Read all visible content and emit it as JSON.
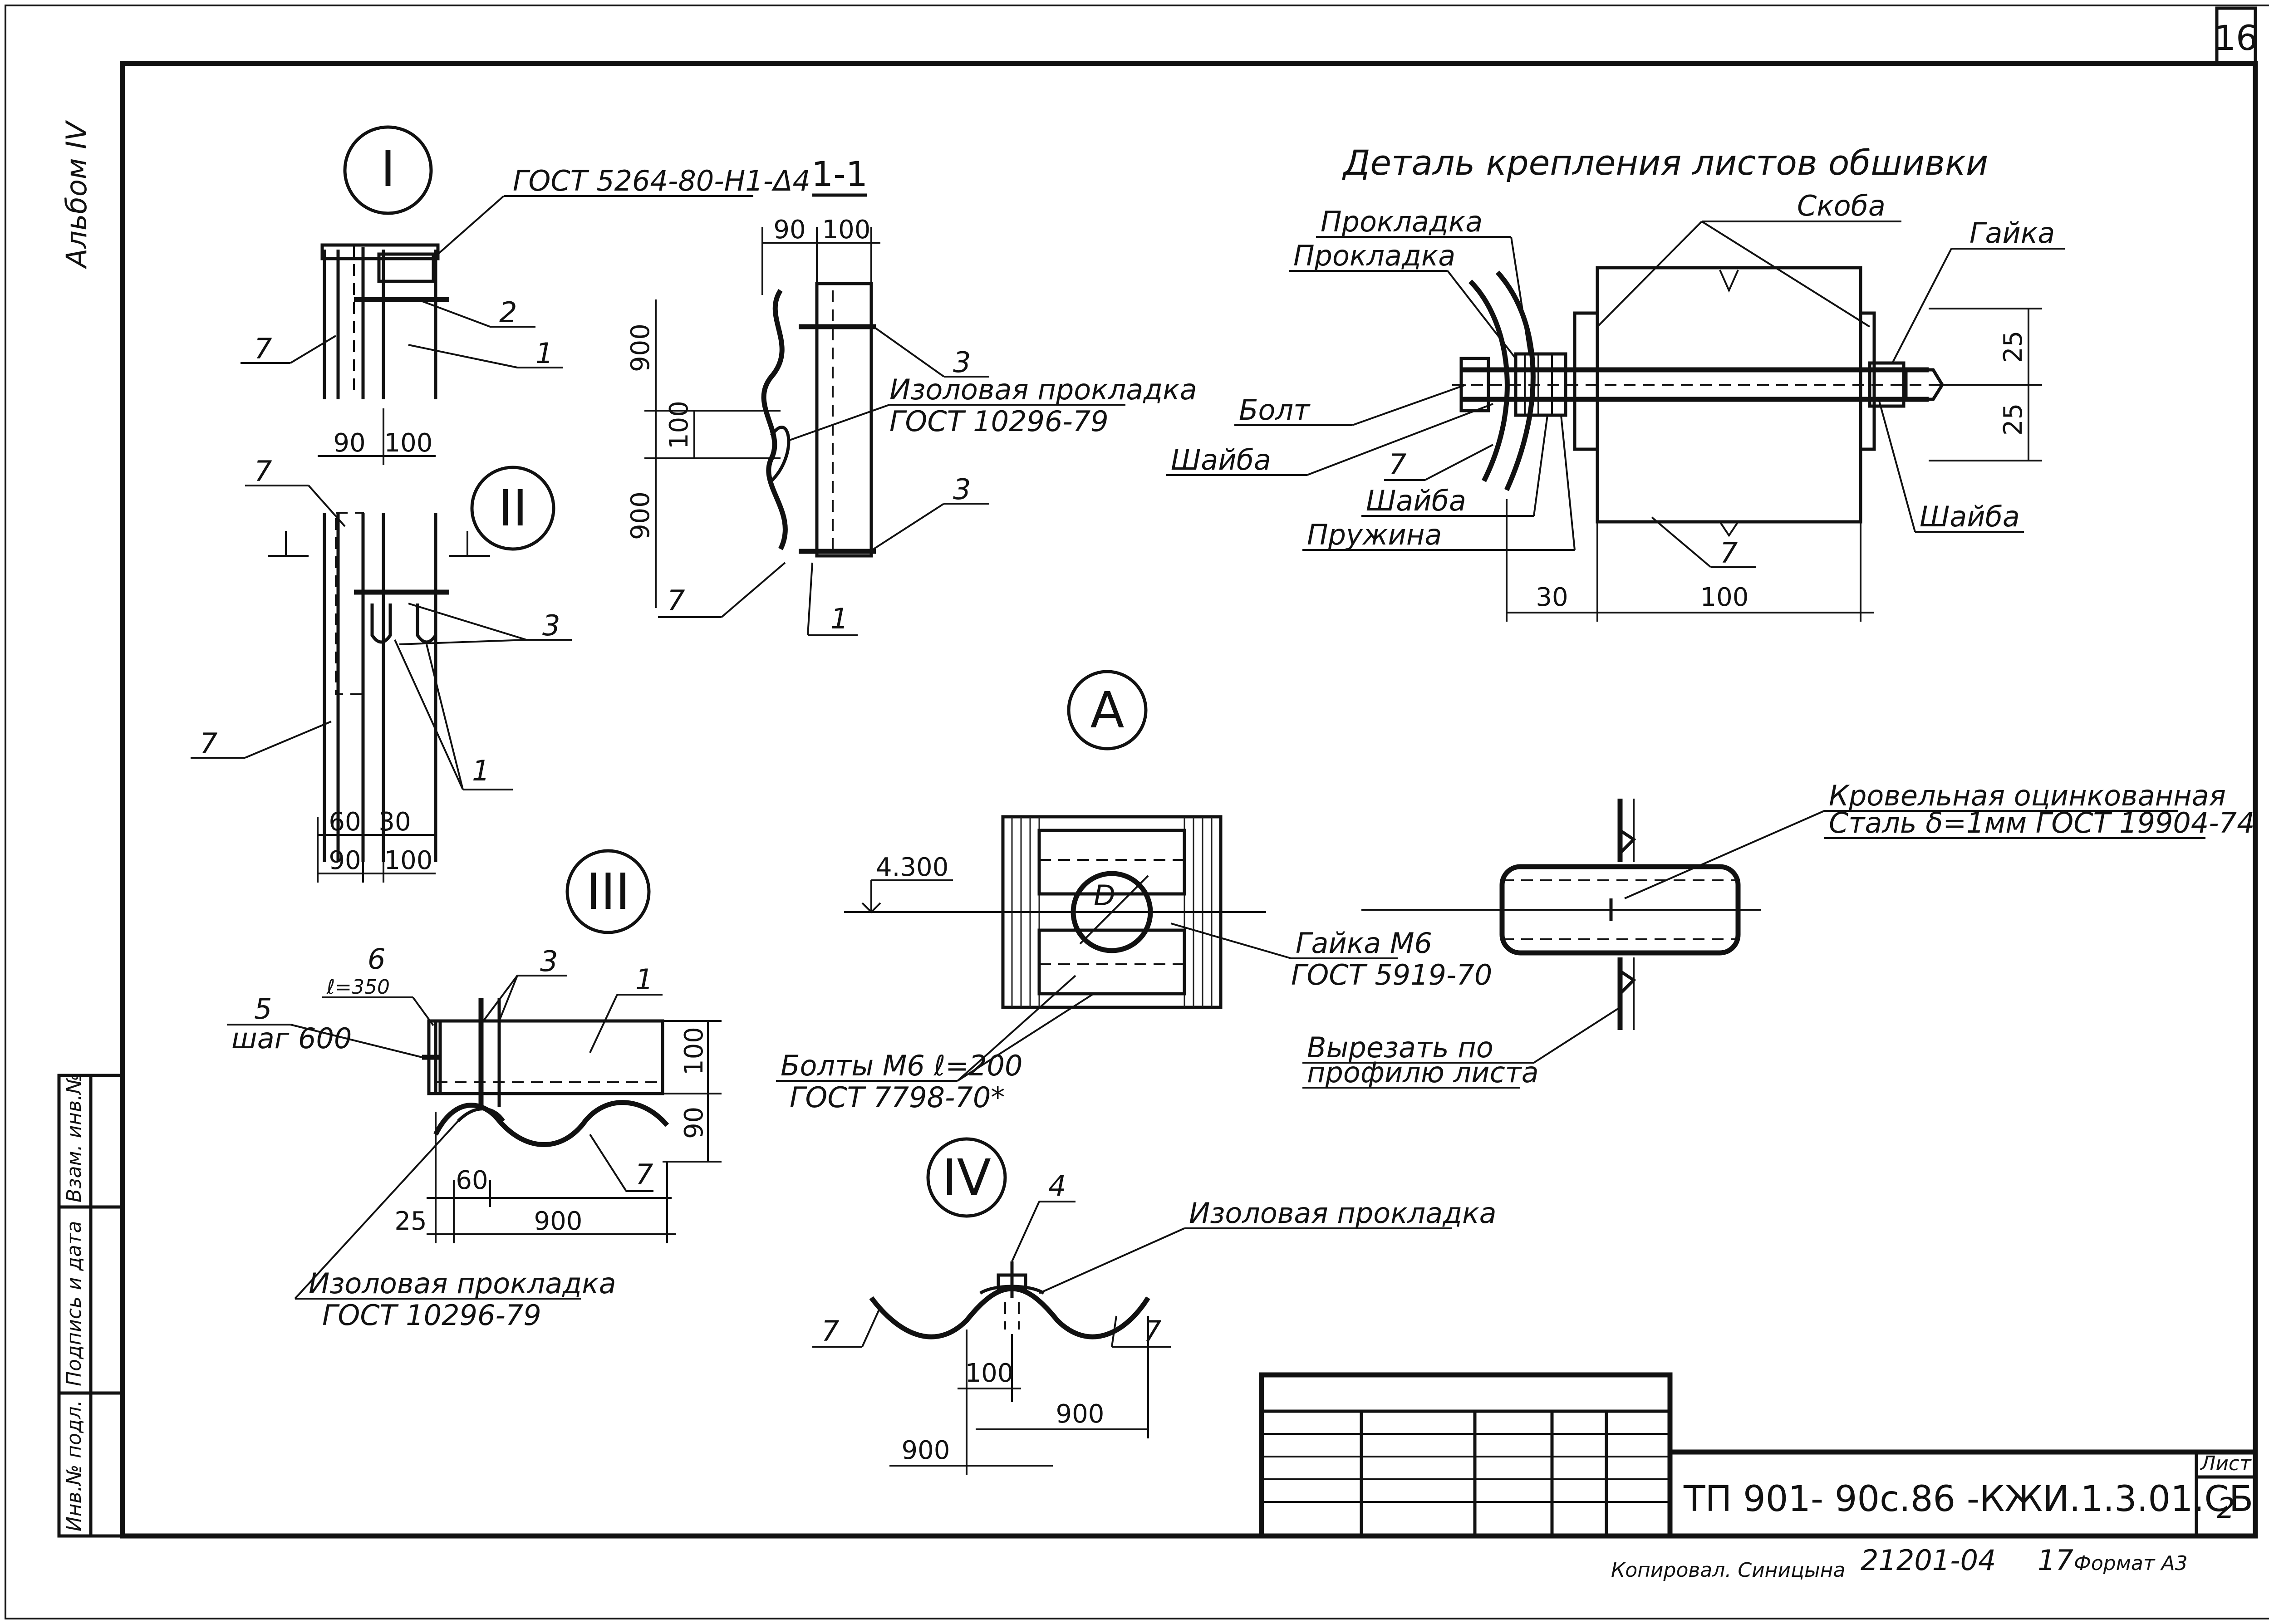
{
  "sheet": {
    "page_number": "16",
    "album_label": "Альбом IV",
    "sheet_label": "Лист",
    "sheet_value": "2",
    "document_code": "ТП 901- 90с.86 -КЖИ.1.3.01.СБ",
    "copied_by": "Копировал. Синицына",
    "order_number": "21201-04",
    "order_suffix": "17",
    "format": "Формат А3",
    "margin_fields": [
      "Инв.№ подл.",
      "Подпись и дата",
      "Взам. инв.№"
    ]
  },
  "detail_I": {
    "marker": "I",
    "callout_gost": "ГОСТ 5264-80-Н1-Δ4",
    "callouts": [
      "7",
      "2",
      "1"
    ],
    "dims": [
      "90",
      "100"
    ]
  },
  "detail_II": {
    "marker": "II",
    "callouts": [
      "7",
      "3",
      "7",
      "1"
    ],
    "dims": [
      "60",
      "30",
      "90",
      "100"
    ]
  },
  "section_1_1": {
    "title": "1-1",
    "dims_top": [
      "90",
      "100"
    ],
    "dims_side": [
      "900",
      "100",
      "900"
    ],
    "callout_3_top": "3",
    "gasket_label": "Изоловая прокладка",
    "gasket_gost": "ГОСТ 10296-79",
    "callout_3_bottom": "3",
    "callout_7": "7",
    "callout_1": "1"
  },
  "fastening_detail": {
    "title": "Деталь крепления листов обшивки",
    "labels": [
      "Прокладка",
      "Прокладка",
      "Скоба",
      "Гайка",
      "Болт",
      "Шайба",
      "7",
      "Шайба",
      "Пружина",
      "Шайба",
      "7"
    ],
    "dims": [
      "25",
      "25",
      "30",
      "100"
    ]
  },
  "view_A": {
    "marker": "A",
    "level": "4.300",
    "diameter": "D",
    "nut_label": "Гайка М6",
    "nut_gost": "ГОСТ 5919-70",
    "bolts_label": "Болты М6 ℓ=200",
    "bolts_gost": "ГОСТ 7798-70*"
  },
  "roofing_detail": {
    "steel_label_1": "Кровельная оцинкованная",
    "steel_label_2": "Сталь δ=1мм ГОСТ 19904-74",
    "cut_label_1": "Вырезать по",
    "cut_label_2": "профилю листа"
  },
  "detail_III": {
    "marker": "III",
    "callout_6": "6",
    "callout_6_len": "ℓ=350",
    "callout_5": "5",
    "callout_5_step": "шаг 600",
    "callout_3": "3",
    "callout_1": "1",
    "callout_7": "7",
    "dims": [
      "100",
      "90",
      "60",
      "25",
      "900"
    ],
    "gasket_label": "Изоловая прокладка",
    "gasket_gost": "ГОСТ 10296-79"
  },
  "detail_IV": {
    "marker": "IV",
    "callout_4": "4",
    "gasket_label": "Изоловая прокладка",
    "callouts_7": [
      "7",
      "7"
    ],
    "dims": [
      "100",
      "900",
      "900"
    ]
  }
}
